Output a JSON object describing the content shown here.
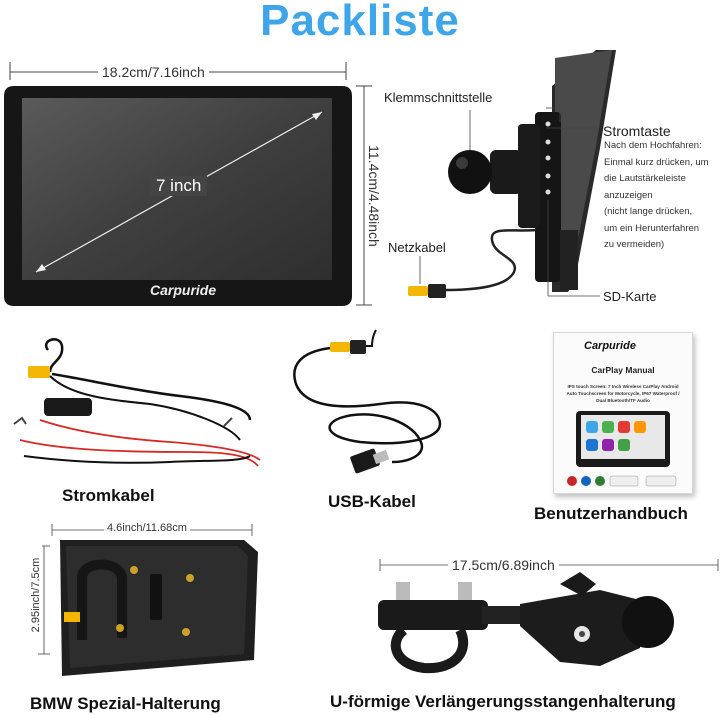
{
  "title": "Packliste",
  "screen": {
    "width_label": "18.2cm/7.16inch",
    "height_label": "11.4cm/4.48inch",
    "diagonal_label": "7 inch",
    "brand": "Carpuride"
  },
  "side_view": {
    "clamp_label": "Klemmschnittstelle",
    "power_button_label": "Stromtaste",
    "power_button_note": [
      "Nach dem Hochfahren:",
      "Einmal kurz drücken, um",
      "die Lautstärkeleiste",
      "anzuzeigen",
      "(nicht lange drücken,",
      "um ein Herunterfahren",
      "zu vermeiden)"
    ],
    "power_cable_label": "Netzkabel",
    "sd_label": "SD-Karte"
  },
  "items": {
    "power_cable": "Stromkabel",
    "usb_cable": "USB-Kabel",
    "manual": "Benutzerhandbuch",
    "bmw_mount": "BMW Spezial-Halterung",
    "u_mount": "U-förmige Verlängerungsstangenhalterung"
  },
  "manual_cover": {
    "brand": "Carpuride",
    "title": "CarPlay Manual",
    "description": "IPS touch Screen: 7 Inch Wireless CarPlay Android Auto Touchscreen for Motorcycle, IP67 Waterproof / Dual Bluetooth/TF Audio"
  },
  "bmw_dims": {
    "width_label": "4.6inch/11.68cm",
    "height_label": "2.95inch/7.5cm"
  },
  "u_mount_dims": {
    "width_label": "17.5cm/6.89inch"
  },
  "colors": {
    "title": "#3ea6e8",
    "device_body": "#1c1c1c",
    "screen": "#4a4a4a",
    "connector": "#f2b705",
    "cable_red": "#d42a2a"
  }
}
